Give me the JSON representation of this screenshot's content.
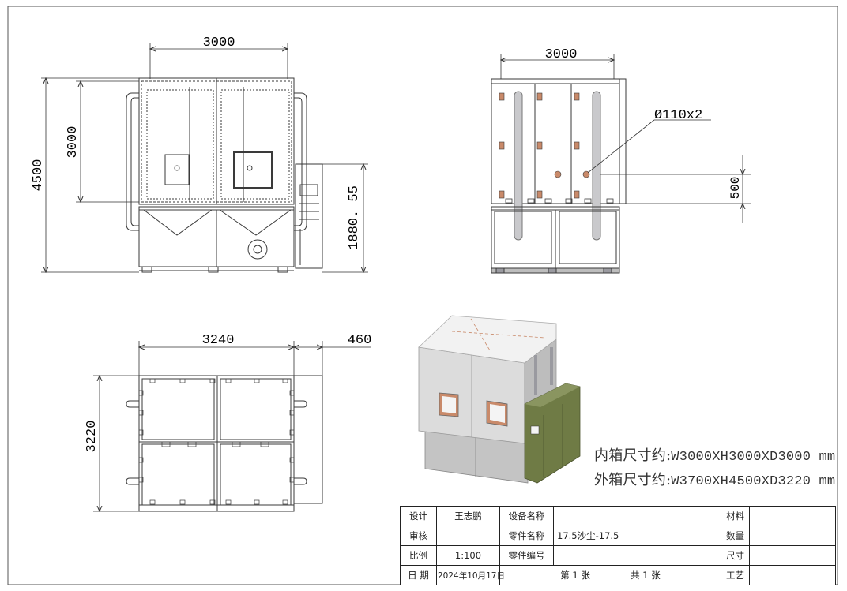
{
  "dims": {
    "front_width": "3000",
    "front_height_total": "4500",
    "front_height_inner": "3000",
    "front_side_height": "1880. 55",
    "side_width": "3000",
    "pipe_dia": "Ø110x2",
    "side_pipe_height": "500",
    "top_width": "3240",
    "top_side_width": "460",
    "top_depth": "3220"
  },
  "notes": {
    "inner_label": "内箱尺寸约:",
    "inner_value": "W3000XH3000XD3000 mm",
    "outer_label": "外箱尺寸约:",
    "outer_value": "W3700XH4500XD3220 mm"
  },
  "title_block": {
    "design_label": "设计",
    "designer": "王志鹏",
    "equipment_name_label": "设备名称",
    "equipment_name": "",
    "material_label": "材料",
    "material": "",
    "review_label": "审核",
    "reviewer": "",
    "part_name_label": "零件名称",
    "part_name": "17.5沙尘-17.5",
    "quantity_label": "数量",
    "quantity": "",
    "scale_label": "比例",
    "scale": "1:100",
    "part_no_label": "零件编号",
    "part_no": "",
    "size_label": "尺寸",
    "size": "",
    "date_label": "日 期",
    "date": "2024年10月17日",
    "sheet_no": "第 1 张",
    "sheet_total": "共 1 张",
    "process_label": "工艺",
    "process": ""
  },
  "colors": {
    "line": "#3a3a3a",
    "box_light": "#dadada",
    "box_shade": "#b9b9b9",
    "control_green": "#6f7b45",
    "window_orange": "#c98a6a",
    "pipe": "#9a9aa0"
  }
}
